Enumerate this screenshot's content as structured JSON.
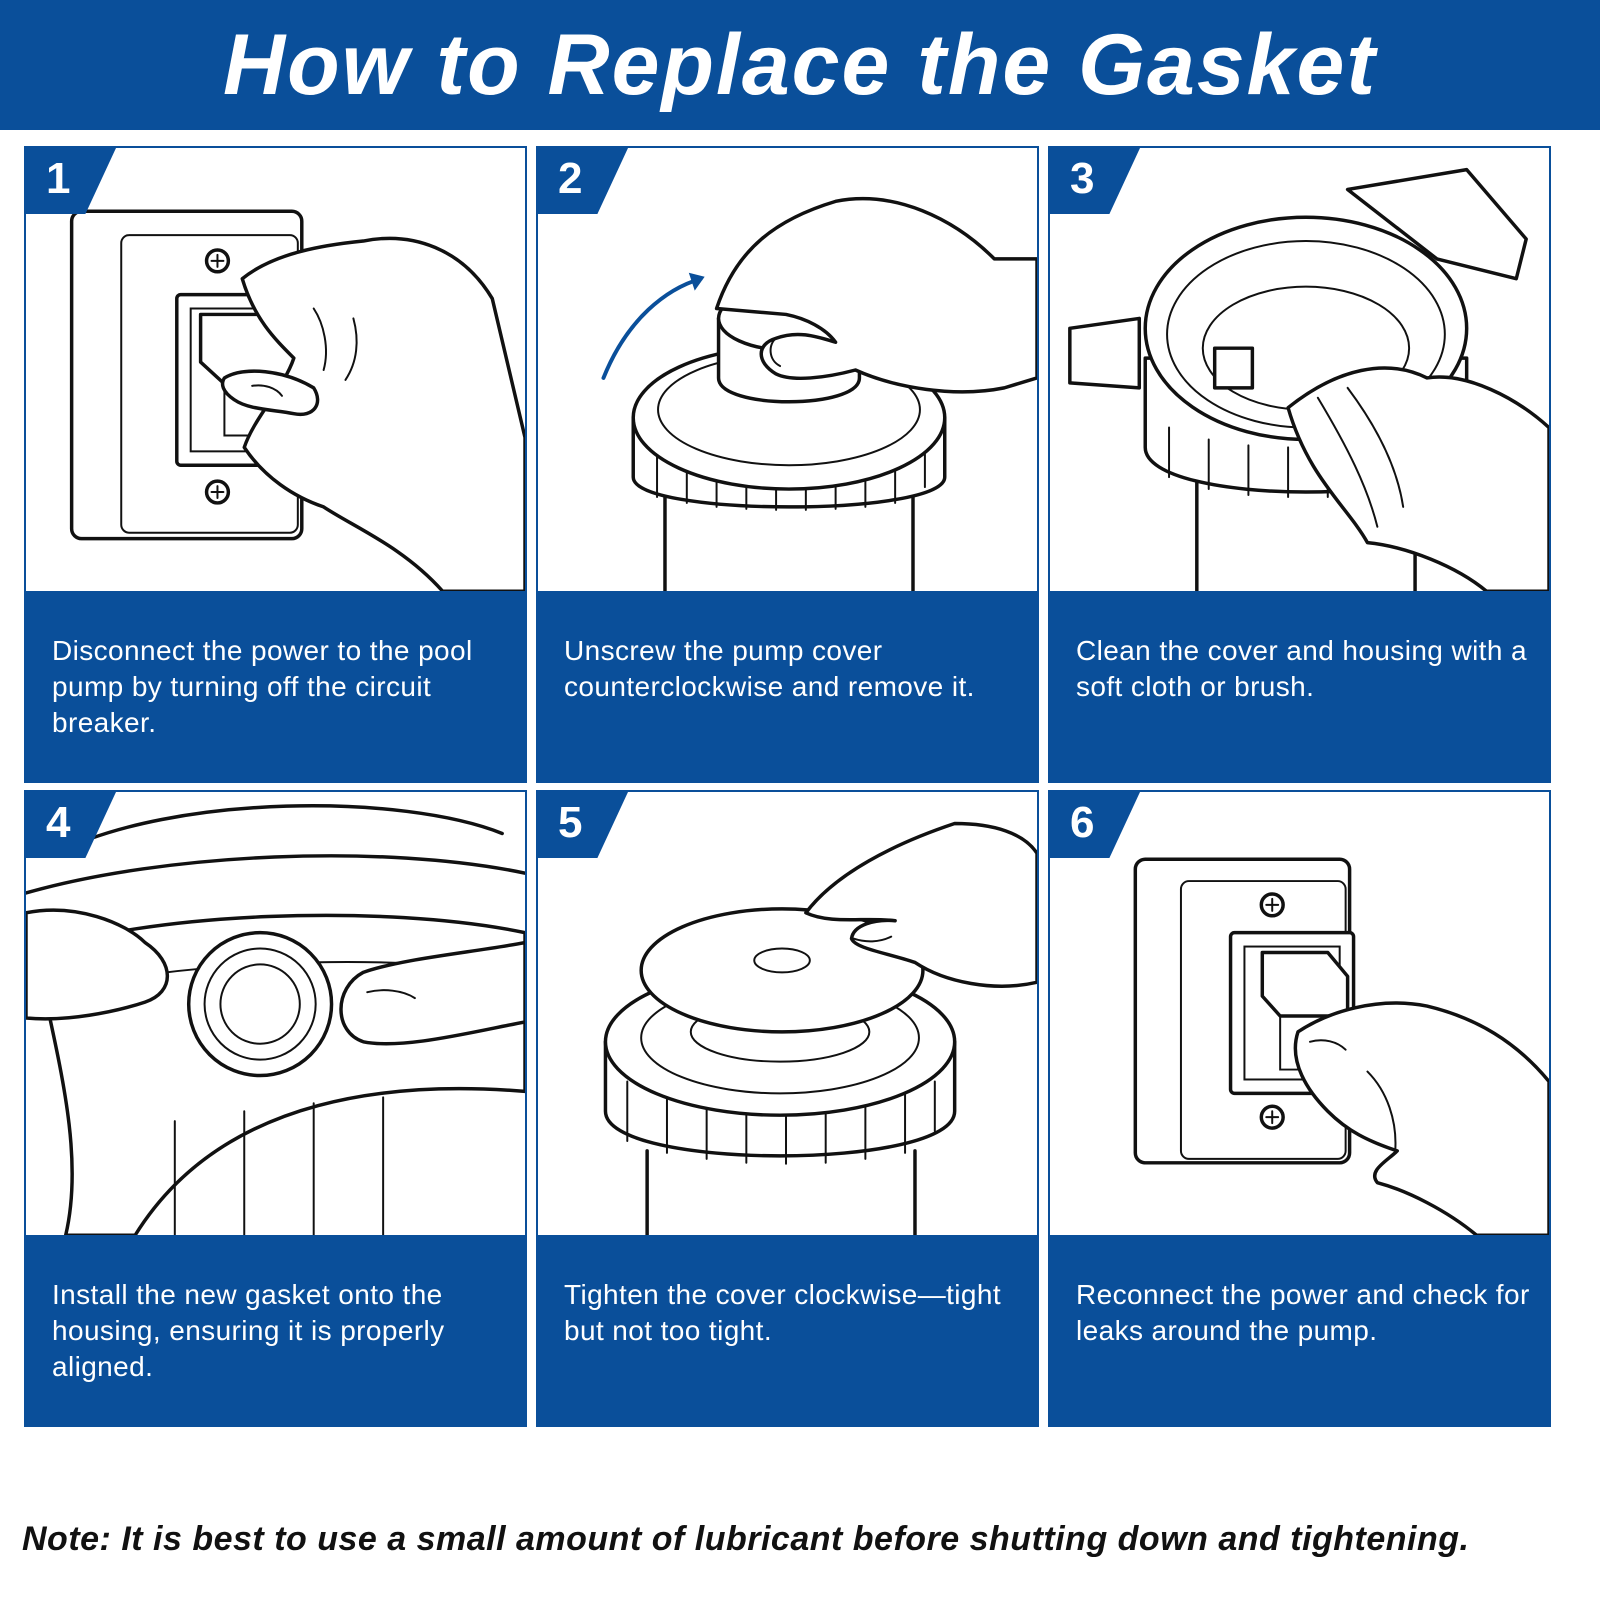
{
  "title": "How to Replace the Gasket",
  "steps": [
    {
      "number": "1",
      "text": "Disconnect the power to the pool pump by turning off the circuit breaker."
    },
    {
      "number": "2",
      "text": "Unscrew the pump cover counterclockwise and remove it."
    },
    {
      "number": "3",
      "text": "Clean the cover and housing with a soft cloth or brush."
    },
    {
      "number": "4",
      "text": "Install the new gasket onto the housing, ensuring it is properly aligned."
    },
    {
      "number": "5",
      "text": "Tighten the cover clockwise—tight but not too tight."
    },
    {
      "number": "6",
      "text": "Reconnect the power and check for leaks around the pump."
    }
  ],
  "note": "Note: It is best to use a small amount of lubricant before shutting down and tightening.",
  "colors": {
    "brand_blue": "#0a4f9a",
    "background": "#ffffff",
    "ink": "#111111"
  }
}
